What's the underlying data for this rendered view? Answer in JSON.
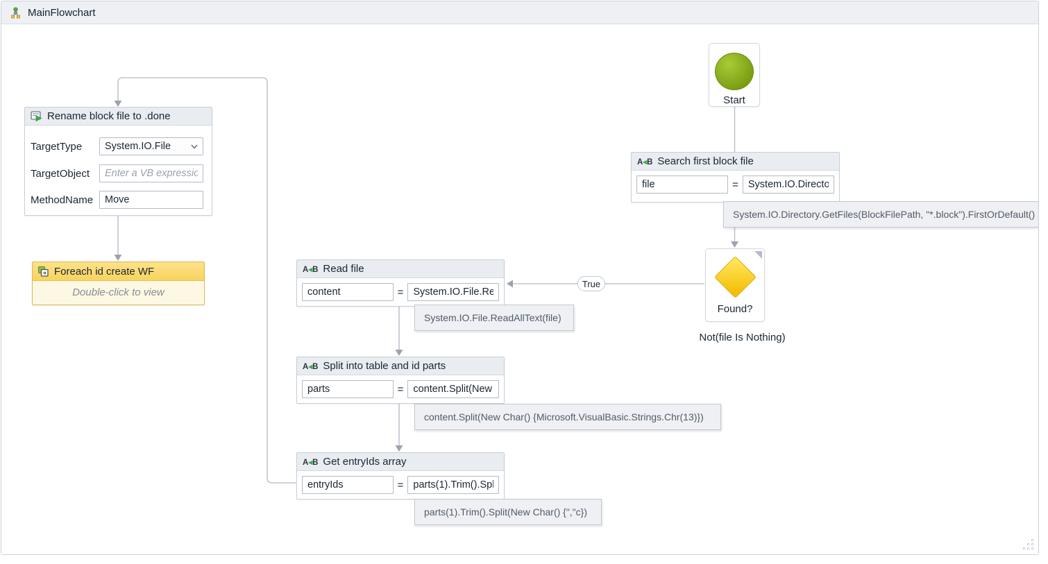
{
  "titlebar": {
    "title": "MainFlowchart"
  },
  "symbols": {
    "equals": "="
  },
  "icons": {
    "assign_a": "A",
    "assign_arrow": "◂",
    "assign_b": "B"
  },
  "colors": {
    "start_green": "#7a9c12",
    "decision_yellow": "#f4bd06",
    "foreach_gold": "#f8d35f",
    "connector_gray": "#bfc5cf",
    "header_gray": "#e9ecf0"
  },
  "flow": {
    "start": {
      "label": "Start"
    },
    "search": {
      "title": "Search first block file",
      "to": "file",
      "value": "System.IO.Directory"
    },
    "search_tooltip": "System.IO.Directory.GetFiles(BlockFilePath, \"*.block\").FirstOrDefault()",
    "decision": {
      "label": "Found?",
      "condition": "Not(file Is Nothing)",
      "true_label": "True"
    },
    "read": {
      "title": "Read file",
      "to": "content",
      "value": "System.IO.File.Read"
    },
    "read_tooltip": "System.IO.File.ReadAllText(file)",
    "split": {
      "title": "Split into table and id parts",
      "to": "parts",
      "value": "content.Split(New C"
    },
    "split_tooltip": "content.Split(New Char() {Microsoft.VisualBasic.Strings.Chr(13)})",
    "entry": {
      "title": "Get entryIds array",
      "to": "entryIds",
      "value": "parts(1).Trim().Split"
    },
    "entry_tooltip": "parts(1).Trim().Split(New Char() {\",\"c})",
    "rename": {
      "title": "Rename block file to .done",
      "target_type_label": "TargetType",
      "target_type_value": "System.IO.File",
      "target_object_label": "TargetObject",
      "target_object_placeholder": "Enter a VB expression",
      "method_name_label": "MethodName",
      "method_name_value": "Move"
    },
    "foreach": {
      "title": "Foreach id create WF",
      "hint": "Double-click to view"
    }
  }
}
